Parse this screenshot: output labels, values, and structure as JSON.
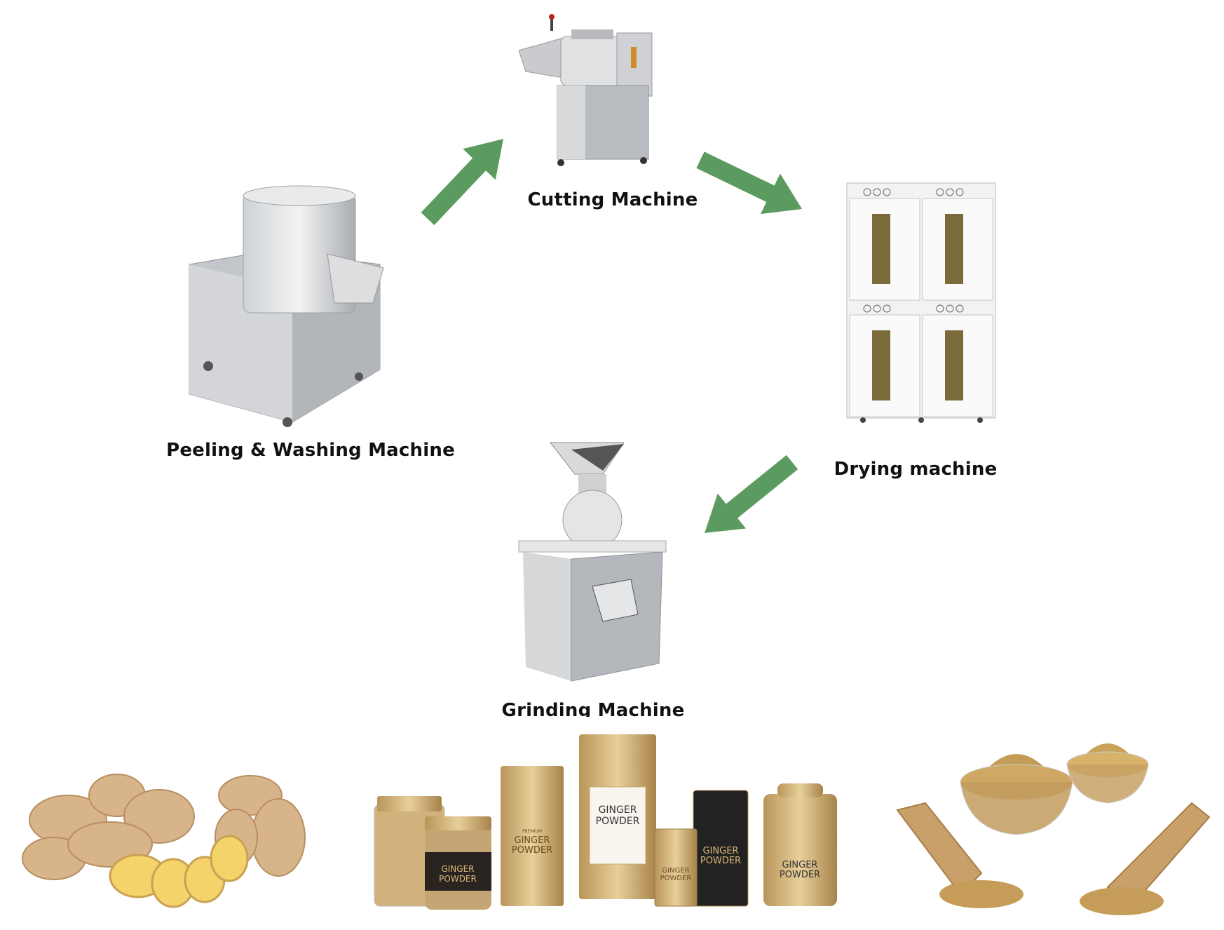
{
  "steps": [
    {
      "label": "Peeling & Washing Machine",
      "icon": "peeling-washing-machine"
    },
    {
      "label": "Cutting Machine",
      "icon": "cutting-machine"
    },
    {
      "label": "Drying machine",
      "icon": "drying-machine"
    },
    {
      "label": "Grinding Machine",
      "icon": "grinding-machine"
    }
  ],
  "arrow_color": "#5b9b5f",
  "products": {
    "package_premium": "PREMIUM",
    "package_name_line1": "GINGER",
    "package_name_line2": "POWDER"
  }
}
